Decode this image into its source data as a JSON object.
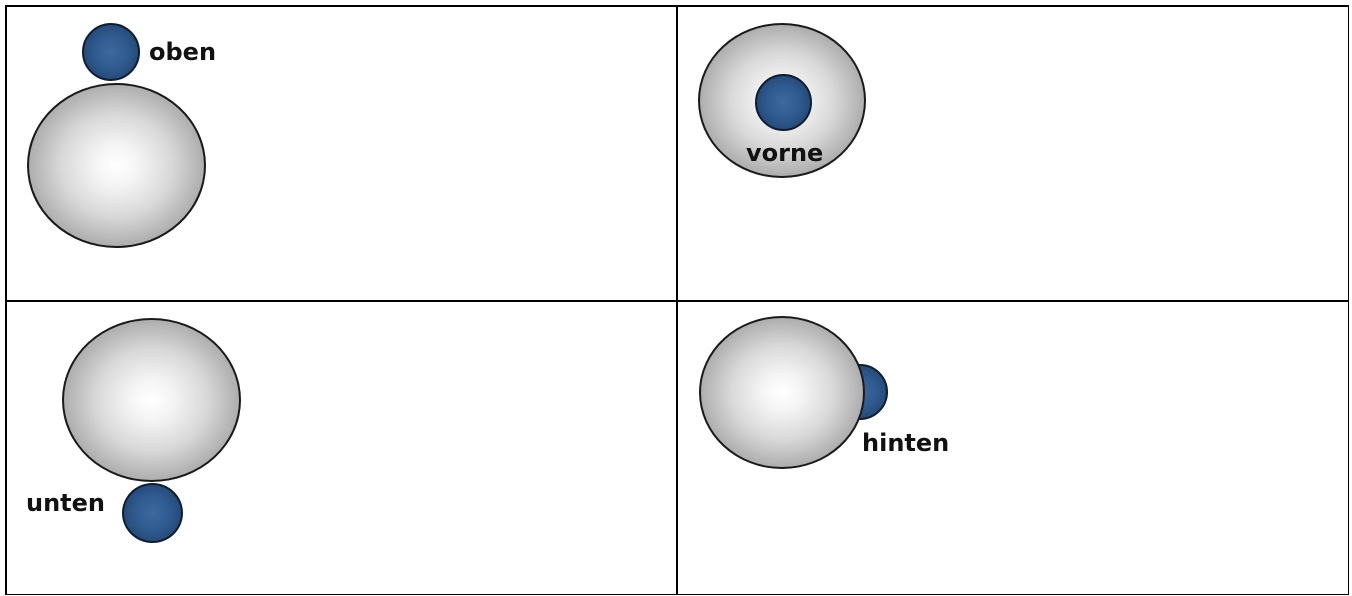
{
  "panels": [
    {
      "label": "oben"
    },
    {
      "label": "vorne"
    },
    {
      "label": "unten"
    },
    {
      "label": "hinten"
    }
  ],
  "colors": {
    "small_ball": "#2f5a8f",
    "big_ball_center": "#ffffff",
    "big_ball_edge": "#8a8a8a",
    "grid_lines": "#000000"
  }
}
